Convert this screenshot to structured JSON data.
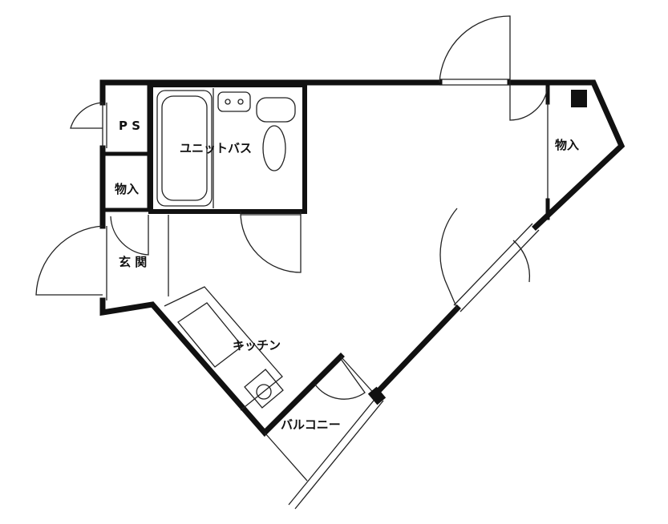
{
  "rooms": {
    "ps": "P S",
    "unit_bath": "ユニットバス",
    "storage_left": "物入",
    "entrance": "玄 関",
    "kitchen": "キッチン",
    "balcony": "バルコニー",
    "storage_right": "物入"
  },
  "colors": {
    "wall": "#111111",
    "background": "#ffffff"
  }
}
